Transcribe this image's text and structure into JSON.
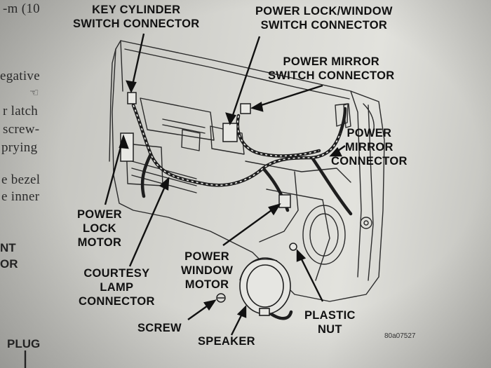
{
  "page_text": {
    "line1": "-m (10",
    "line2": "egative",
    "line3": "r  latch",
    "line4": "screw-",
    "line5": "prying",
    "line6": "e  bezel",
    "line7": "e  inner",
    "bold1": "NT",
    "bold2": "OR",
    "plug": "PLUG"
  },
  "labels": {
    "key_cylinder": [
      "KEY CYLINDER",
      "SWITCH CONNECTOR"
    ],
    "power_lock_window": [
      "POWER LOCK/WINDOW",
      "SWITCH CONNECTOR"
    ],
    "power_mirror_switch": [
      "POWER MIRROR",
      "SWITCH CONNECTOR"
    ],
    "power_mirror_connector": [
      "POWER",
      "MIRROR",
      "CONNECTOR"
    ],
    "power_lock_motor": [
      "POWER",
      "LOCK",
      "MOTOR"
    ],
    "courtesy_lamp": [
      "COURTESY",
      "LAMP",
      "CONNECTOR"
    ],
    "power_window_motor": [
      "POWER",
      "WINDOW",
      "MOTOR"
    ],
    "screw": "SCREW",
    "speaker": "SPEAKER",
    "plastic_nut": [
      "PLASTIC",
      "NUT"
    ]
  },
  "figure_code": "80a07527",
  "icons": {
    "pointer": "hand-pointer-icon"
  },
  "colors": {
    "ink": "#111111",
    "paper": "#d7d7d2"
  }
}
